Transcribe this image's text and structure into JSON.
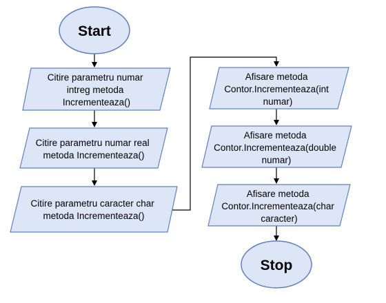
{
  "colors": {
    "fill": "#dce6f7",
    "stroke": "#5f7fbf",
    "connector": "#000000"
  },
  "nodes": {
    "start": {
      "label": "Start"
    },
    "read_int": {
      "lines": [
        "Citire parametru numar",
        "intreg metoda",
        "Incrementeaza()"
      ]
    },
    "read_real": {
      "lines": [
        "Citire parametru numar real",
        "metoda Incrementeaza()"
      ]
    },
    "read_char": {
      "lines": [
        "Citire parametru caracter char",
        "metoda Incrementeaza()"
      ]
    },
    "show_int": {
      "lines": [
        "Afisare metoda",
        "Contor.Incrementeaza(int",
        "numar)"
      ]
    },
    "show_double": {
      "lines": [
        "Afisare metoda",
        "Contor.Incrementeaza(double",
        "numar)"
      ]
    },
    "show_char": {
      "lines": [
        "Afisare metoda",
        "Contor.Incrementeaza(char",
        "caracter)"
      ]
    },
    "stop": {
      "label": "Stop"
    }
  }
}
